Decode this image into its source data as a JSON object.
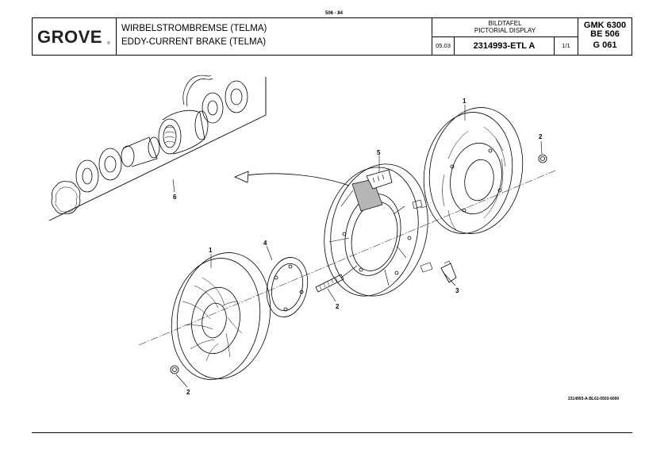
{
  "header": {
    "page_number": "506 - 84",
    "logo": "GROVE",
    "logo_mark": "®",
    "title_de": "WIRBELSTROMBREMSE (TELMA)",
    "title_en": "EDDY-CURRENT BRAKE (TELMA)",
    "display_de": "BILDTAFEL",
    "display_en": "PICTORIAL DISPLAY",
    "date": "05.03",
    "part_number": "2314993-ETL A",
    "sheet": "1/1",
    "model": "GMK 6300",
    "group": "BE 506",
    "figure": "G 061"
  },
  "drawing": {
    "drawing_code": "2314993-A-BL61-0503-6000",
    "callouts": {
      "rotor_top": "1",
      "nut_top": "2",
      "coil": "5",
      "coil_kit": "6",
      "rotor_bottom": "1",
      "gasket": "4",
      "stud": "2",
      "nut_bottom": "2",
      "clip": "3"
    }
  },
  "colors": {
    "line": "#000000",
    "highlight": "#b5b5b5",
    "background": "#ffffff"
  }
}
